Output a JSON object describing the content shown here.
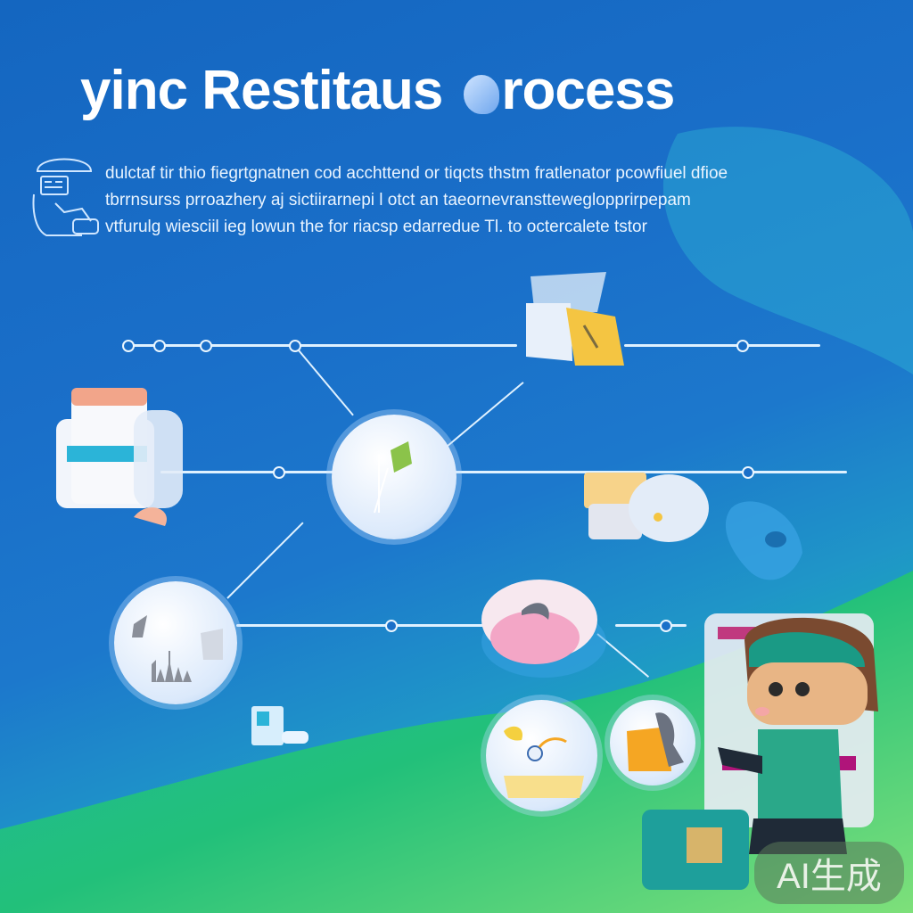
{
  "title": {
    "text_part1": "yinc Restitaus",
    "text_part2": "rocess"
  },
  "description": {
    "lines": [
      "dulctaf tir thio fiegrtgnatnen cod acchttend or tiqcts thstm fratlenator pcowfiuel dfioe",
      "tbrrnsurss prroazhery aj sictiirarnepi l otct an taeornevranstteweglopprirpepam",
      "vtfurulg wiesciil ieg lowun the for riacsp edarredue Tl.      to octercalete tstor"
    ]
  },
  "diagram": {
    "top_rail_nodes": 5,
    "middle_rail_nodes": 3,
    "bottom_rail_nodes": 3,
    "items": [
      {
        "name": "document-stack",
        "color": "#f5f7fb"
      },
      {
        "name": "shield-leaf",
        "color": "#8bc34a"
      },
      {
        "name": "folder-yellow",
        "color": "#f4c542"
      },
      {
        "name": "robot-bird",
        "color": "#e3ecf8"
      },
      {
        "name": "city-chart",
        "color": "#8a8f99"
      },
      {
        "name": "pink-cloud",
        "color": "#f3a6c6"
      },
      {
        "name": "id-card",
        "color": "#d7eefc"
      },
      {
        "name": "yellow-bowl",
        "color": "#f8df8c"
      },
      {
        "name": "orange-box",
        "color": "#f5a623"
      },
      {
        "name": "teal-machine",
        "color": "#1e9f9b"
      }
    ]
  },
  "character": {
    "cap_color": "#1a9a85",
    "shirt_color": "#2aa889",
    "hair_color": "#7a4a30"
  },
  "watermark": {
    "label": "AI生成"
  },
  "colors": {
    "bg_blue": "#1466c0",
    "bg_green": "#2fc36a",
    "line": "#dff1ff"
  }
}
